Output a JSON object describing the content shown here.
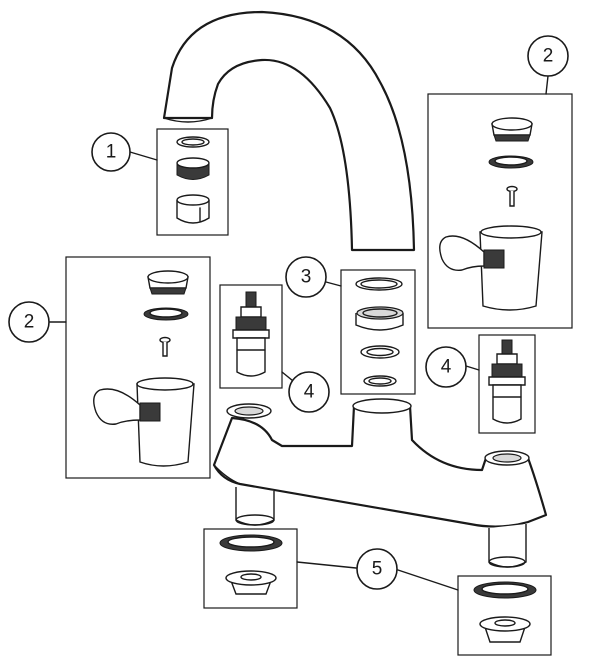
{
  "callouts": [
    {
      "id": "c1",
      "label": "1"
    },
    {
      "id": "c2a",
      "label": "2"
    },
    {
      "id": "c2b",
      "label": "2"
    },
    {
      "id": "c3",
      "label": "3"
    },
    {
      "id": "c4a",
      "label": "4"
    },
    {
      "id": "c4b",
      "label": "4"
    },
    {
      "id": "c5",
      "label": "5"
    }
  ]
}
